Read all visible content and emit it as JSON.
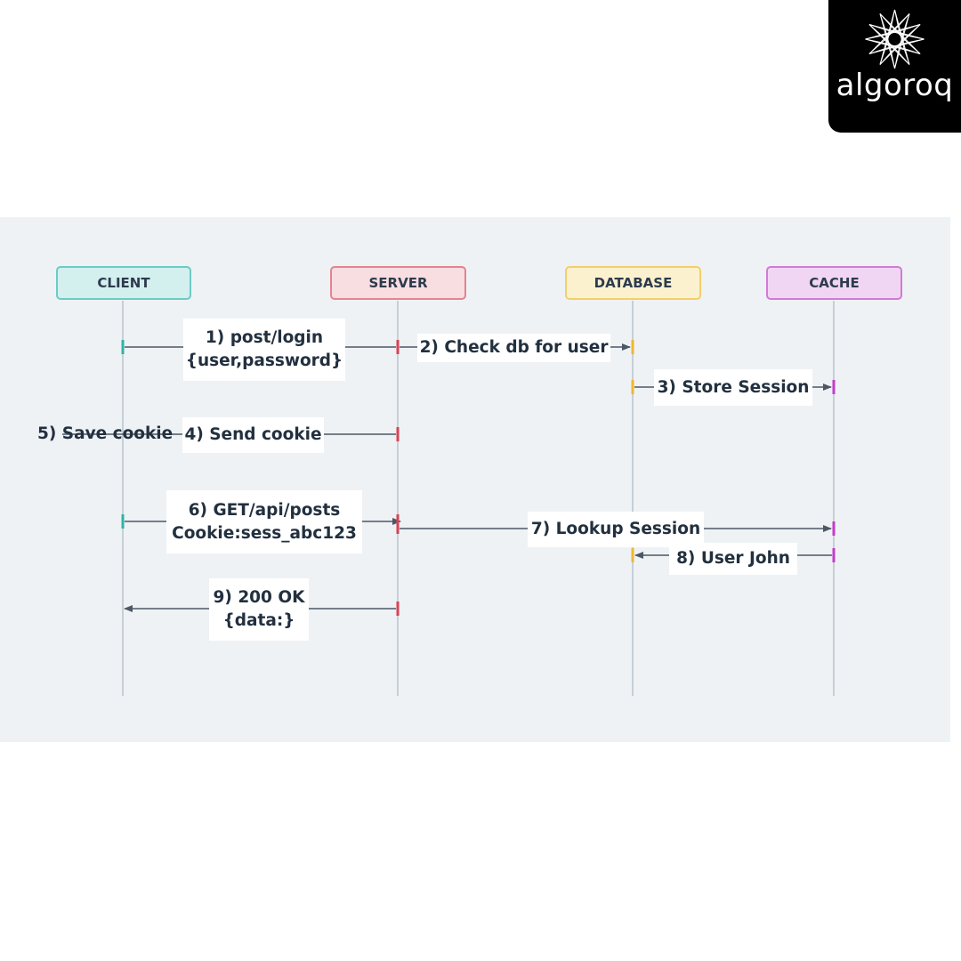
{
  "logo": {
    "text": "algoroq"
  },
  "participants": [
    {
      "name": "CLIENT",
      "fill": "#d3efee",
      "stroke": "#6ccbc5",
      "tick": "#2fb3a6"
    },
    {
      "name": "SERVER",
      "fill": "#f8dde1",
      "stroke": "#e2848f",
      "tick": "#d84355"
    },
    {
      "name": "DATABASE",
      "fill": "#fbf1cf",
      "stroke": "#f3cf69",
      "tick": "#f0b72f"
    },
    {
      "name": "CACHE",
      "fill": "#f1d6f3",
      "stroke": "#d17ad8",
      "tick": "#c43ccc"
    }
  ],
  "messages": [
    {
      "lines": [
        "1) post/login",
        "{user,password}"
      ]
    },
    {
      "lines": [
        "2) Check db for user"
      ]
    },
    {
      "lines": [
        "3) Store Session"
      ]
    },
    {
      "lines": [
        "4) Send cookie"
      ]
    },
    {
      "lines": [
        "5) Save cookie"
      ]
    },
    {
      "lines": [
        "6) GET/api/posts",
        "Cookie:sess_abc123"
      ]
    },
    {
      "lines": [
        "7) Lookup Session"
      ]
    },
    {
      "lines": [
        "8) User John"
      ]
    },
    {
      "lines": [
        "9) 200 OK",
        "{data:}"
      ]
    }
  ],
  "colors": {
    "line": "#4c5867",
    "lifeline": "#b9c3cc",
    "panel": "#eff2f5"
  }
}
